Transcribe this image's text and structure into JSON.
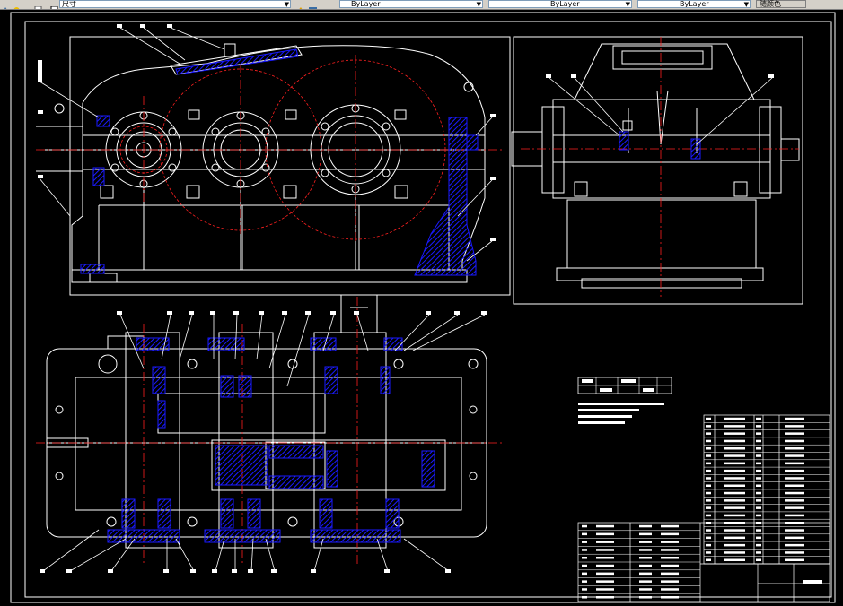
{
  "toolbar": {
    "layer_box_text": "尺寸",
    "linetype_label": "ByLayer",
    "lineweight_label": "ByLayer",
    "color_label": "ByLayer",
    "plotstyle_label": "随颜色"
  },
  "colors": {
    "background": "#000000",
    "outline": "#ffffff",
    "hatch": "#1a1aff",
    "center": "#ff2020",
    "toolbar": "#d4d0c8"
  }
}
